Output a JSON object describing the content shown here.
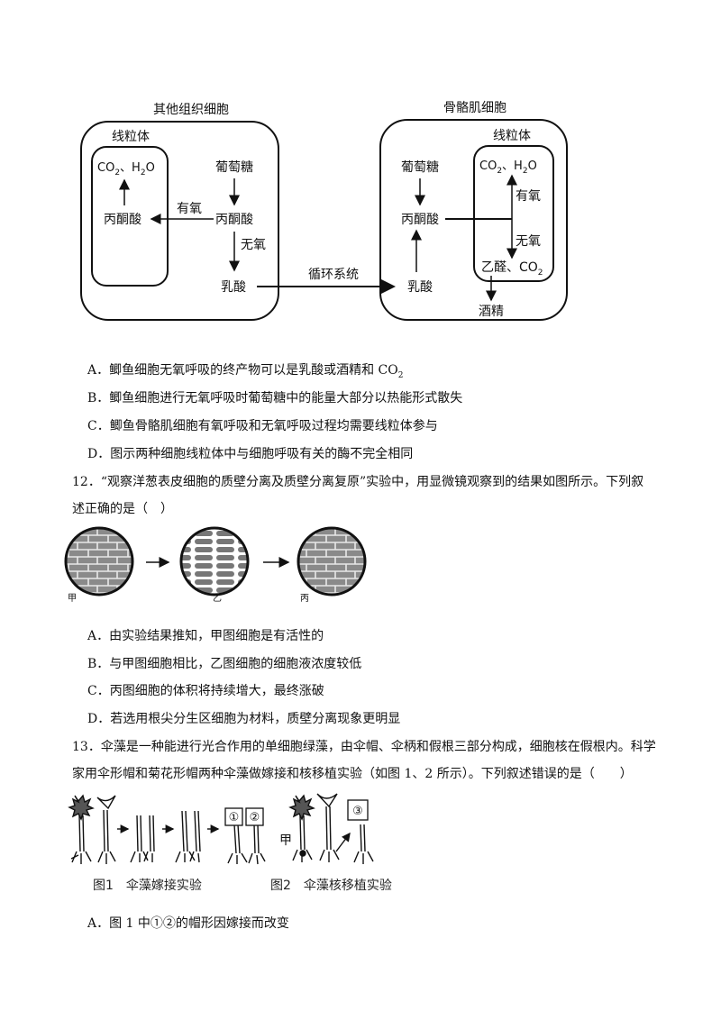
{
  "diagram": {
    "left_title": "其他组织细胞",
    "right_title": "骨骼肌细胞",
    "mito_label": "线粒体",
    "co2_h2o_pre": "CO",
    "co2_h2o_mid": "、H",
    "co2_h2o_post": "O",
    "sub2": "2",
    "glucose": "葡萄糖",
    "pyruvate": "丙酮酸",
    "aerobic": "有氧",
    "anaerobic": "无氧",
    "lactate": "乳酸",
    "circulation": "循环系统",
    "acetaldehyde": "乙醛、CO",
    "ethanol": "酒精"
  },
  "q11": {
    "opt_a_pre": "A．鲫鱼细胞无氧呼吸的终产物可以是乳酸或酒精和 CO",
    "opt_a_sub": "2",
    "opt_b": "B．鲫鱼细胞进行无氧呼吸时葡萄糖中的能量大部分以热能形式散失",
    "opt_c": "C．鲫鱼骨骼肌细胞有氧呼吸和无氧呼吸过程均需要线粒体参与",
    "opt_d": "D．图示两种细胞线粒体中与细胞呼吸有关的酶不完全相同"
  },
  "q12": {
    "stem_line1": "12．“观察洋葱表皮细胞的质壁分离及质壁分离复原”实验中，用显微镜观察到的结果如图所示。下列叙",
    "stem_line2": "述正确的是（　）",
    "label_jia": "甲",
    "label_yi": "乙",
    "label_bing": "丙",
    "opt_a": "A．由实验结果推知，甲图细胞是有活性的",
    "opt_b": "B．与甲图细胞相比，乙图细胞的细胞液浓度较低",
    "opt_c": "C．丙图细胞的体积将持续增大，最终涨破",
    "opt_d": "D．若选用根尖分生区细胞为材料，质壁分离现象更明显"
  },
  "q13": {
    "stem_line1": "13．伞藻是一种能进行光合作用的单细胞绿藻，由伞帽、伞柄和假根三部分构成，细胞核在假根内。科学",
    "stem_line2": "家用伞形帽和菊花形帽两种伞藻做嫁接和核移植实验（如图 1、2 所示）。下列叙述错误的是（　　）",
    "box1": "①",
    "box2": "②",
    "box3": "③",
    "label_jia": "甲",
    "fig1_caption": "图1　伞藻嫁接实验",
    "fig2_caption": "图2　伞藻核移植实验",
    "opt_a": "A．图 1 中①②的帽形因嫁接而改变"
  }
}
